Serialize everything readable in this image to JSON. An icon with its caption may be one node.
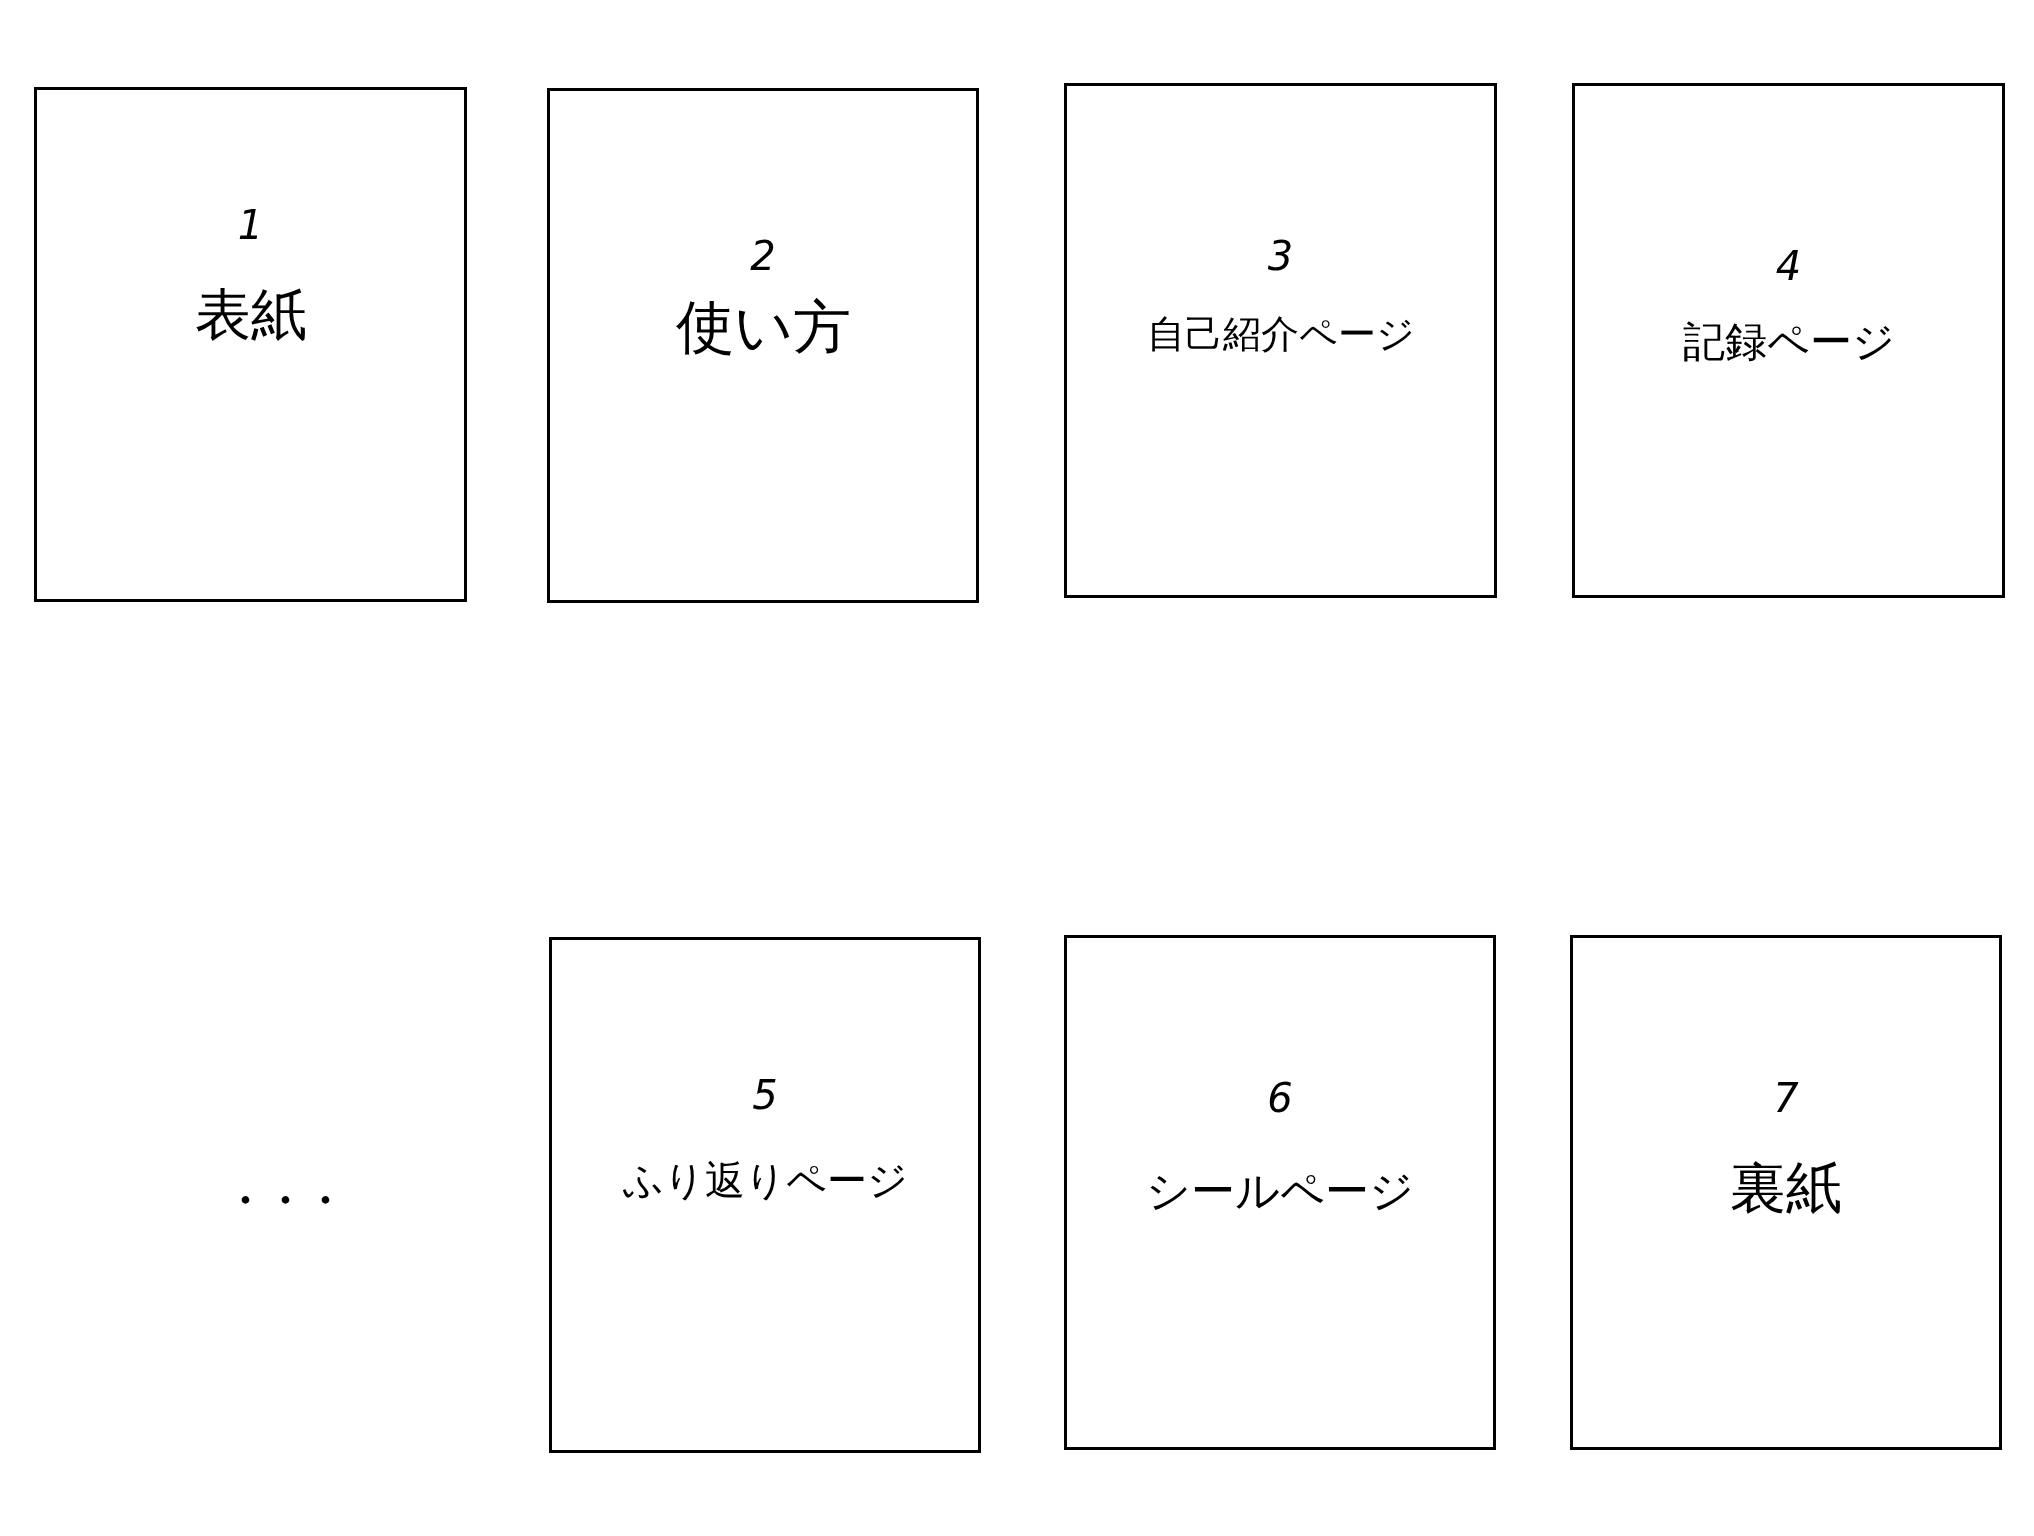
{
  "diagram": {
    "nodes": [
      {
        "text": [
          "1",
          "表紙"
        ]
      },
      {
        "text": [
          "2",
          "使い方"
        ]
      },
      {
        "text": [
          "3",
          "自己紹介ページ"
        ]
      },
      {
        "text": [
          "4",
          "記録ページ"
        ]
      },
      {
        "text": [
          "5",
          "ふり返りページ"
        ]
      },
      {
        "text": [
          "6",
          "シールページ"
        ]
      },
      {
        "text": [
          "7",
          "裏紙"
        ]
      }
    ],
    "labels": [
      "・・・"
    ]
  }
}
